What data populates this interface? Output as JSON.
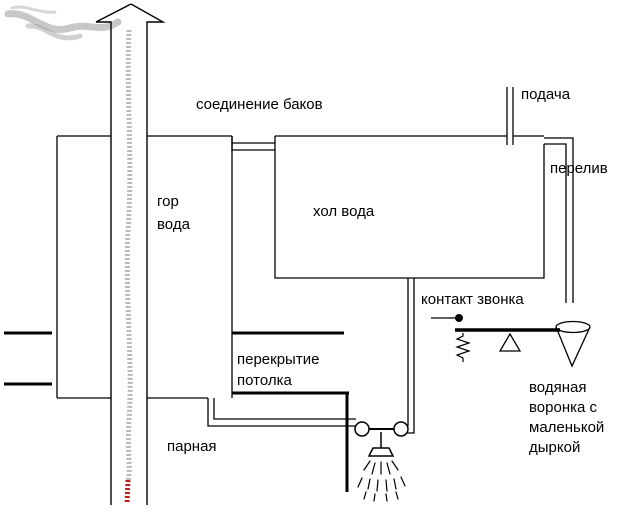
{
  "labels": {
    "tank_connection": "соединение баков",
    "supply": "подача",
    "overflow": "перелив",
    "hot_water": [
      "гор",
      "вода"
    ],
    "cold_water": "хол вода",
    "bell_contact": "контакт звонка",
    "ceiling": [
      "перекрытие",
      "потолка"
    ],
    "steam_room": "парная",
    "water_funnel": [
      "водяная",
      "воронка с",
      "маленькой",
      "дыркой"
    ]
  },
  "colors": {
    "line": "#000000",
    "smoke": "#9a9a9a",
    "fire": "#c01818"
  }
}
